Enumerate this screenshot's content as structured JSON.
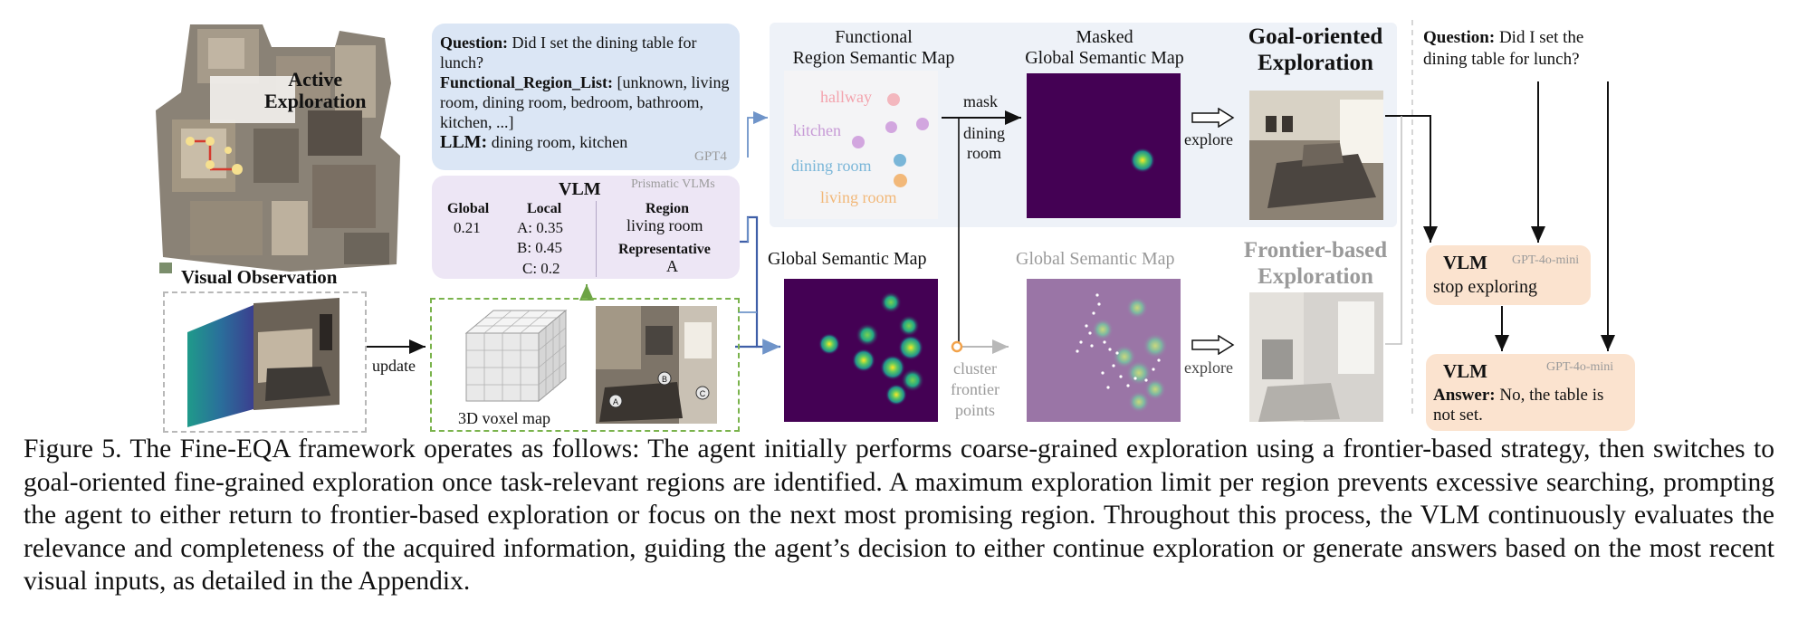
{
  "left_panel": {
    "active_exploration": "Active\nExploration",
    "visual_observation": "Visual Observation",
    "update": "update",
    "voxel_map": "3D voxel map"
  },
  "question_box": {
    "question_label": "Question:",
    "question_text": "Did I set the dining table for lunch?",
    "region_list_label": "Functional_Region_List:",
    "region_list_text": "[unknown, living room, dining room, bedroom, bathroom, kitchen,  ...]",
    "llm_label": "LLM:",
    "llm_text": "dining room, kitchen",
    "model_tag": "GPT4"
  },
  "vlm_box": {
    "title": "VLM",
    "model_tag": "Prismatic VLMs",
    "global_label": "Global",
    "global_value": "0.21",
    "local_label": "Local",
    "local_values": [
      "A:  0.35",
      "B:  0.45",
      "C: 0.2"
    ],
    "region_label": "Region",
    "region_value": "living room",
    "representative_label": "Representative",
    "representative_value": "A",
    "point_labels": [
      "A",
      "B",
      "C"
    ]
  },
  "middle": {
    "functional_map_title": "Functional\nRegion Semantic Map",
    "regions": [
      {
        "name": "hallway",
        "color": "#f3a3ad"
      },
      {
        "name": "kitchen",
        "color": "#c79ad6"
      },
      {
        "name": "dining room",
        "color": "#7ab6d8"
      },
      {
        "name": "living room",
        "color": "#f2b879"
      }
    ],
    "mask": "mask",
    "dining_room": "dining\nroom",
    "masked_map_title": "Masked\nGlobal Semantic Map",
    "explore_top": "explore",
    "goal_oriented": "Goal-oriented\nExploration",
    "global_map_title": "Global Semantic Map",
    "cluster": "cluster\nfrontier\npoints",
    "global_map_title_faded": "Global Semantic Map",
    "explore_bottom": "explore",
    "frontier_based": "Frontier-based\nExploration"
  },
  "right_panel": {
    "question_label": "Question:",
    "question_text": "Did I set the dining table for lunch?",
    "vlm_stop_title": "VLM",
    "vlm_stop_tag": "GPT-4o-mini",
    "vlm_stop_text": "stop exploring",
    "vlm_answer_title": "VLM",
    "vlm_answer_tag": "GPT-4o-mini",
    "answer_label": "Answer:",
    "answer_text": "No, the table is not set."
  },
  "caption": "Figure 5. The Fine-EQA framework operates as follows: The agent initially performs coarse-grained exploration using a frontier-based strategy, then switches to goal-oriented fine-grained exploration once task-relevant regions are identified. A maximum exploration limit per region prevents excessive searching, prompting the agent to either return to frontier-based exploration or focus on the next most promising region. Throughout this process, the VLM continuously evaluates the relevance and completeness of the acquired information, guiding the agent’s decision to either continue exploration or generate answers based on the most recent visual inputs, as detailed in the Appendix.",
  "colors": {
    "question_bg": "#dbe6f5",
    "vlm_bg": "#ede6f5",
    "right_bg": "#fbe3cf",
    "top_panel_bg": "#eef2f8",
    "heatmap_bg": "#440154",
    "blue_arrow": "#6f94c9",
    "green_dash": "#7ab34c",
    "orange_dot": "#f2a24a"
  }
}
